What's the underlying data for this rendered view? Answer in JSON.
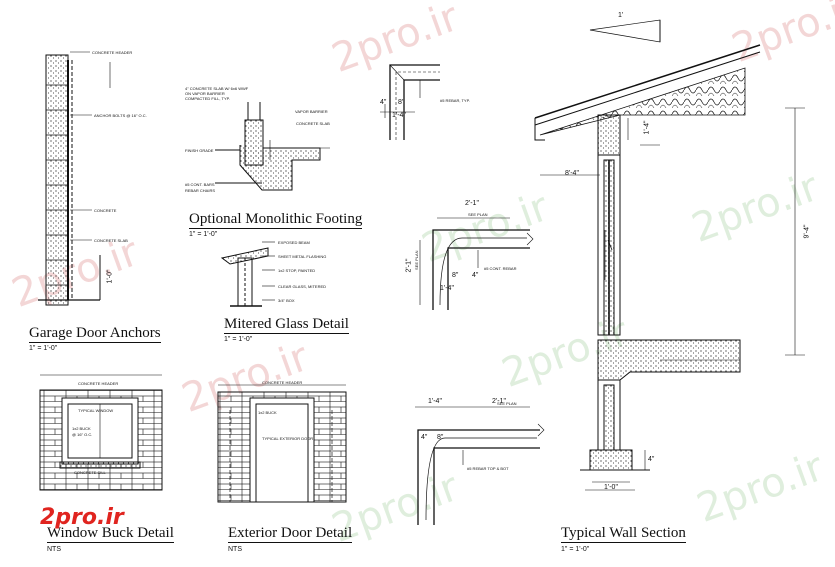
{
  "brand": {
    "logo_text": "2pro.ir",
    "watermark": "2pro.ir",
    "logo_color": "#e0241f"
  },
  "titles": {
    "garage_door_anchors": "Garage Door Anchors",
    "optional_monolithic_footing": "Optional Monolithic Footing",
    "mitered_glass_detail": "Mitered Glass Detail",
    "window_buck_detail": "Window Buck Detail",
    "exterior_door_detail": "Exterior Door Detail",
    "typical_wall_section": "Typical Wall Section"
  },
  "scales": {
    "garage": "1\" = 1'-0\"",
    "footing": "1\" = 1'-0\"",
    "mitered": "1\" = 1'-0\"",
    "window": "NTS",
    "door": "NTS",
    "wall": "1\" = 1'-0\""
  },
  "dimensions": {
    "g_one": "1'-0\"",
    "c1_four": "4\"",
    "c1_eight": "8\"",
    "c1_onefour": "1'-4\"",
    "c2_twoone": "2'-1\"",
    "c2_twoone_v": "2'-1\"",
    "c2_eight": "8\"",
    "c2_four": "4\"",
    "c2_onefour": "1'-4\"",
    "c3_onefour": "1'-4\"",
    "c3_twoone": "2'-1\"",
    "c3_four": "4\"",
    "c3_eight": "8\"",
    "w_eightfour": "8'-4\"",
    "w_tall": "9'-4\"",
    "w_one": "1'-0\"",
    "w_small": "1'-4\"",
    "w_roof": "1'",
    "w_four": "4\""
  },
  "colors": {
    "line": "#111111",
    "watermark_red": "#f3d6d6",
    "watermark_green": "#dfeedd"
  }
}
